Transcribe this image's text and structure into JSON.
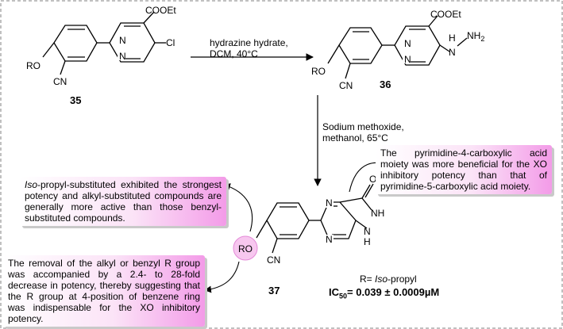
{
  "compound35": {
    "label": "35",
    "ester": "COOEt",
    "chloro": "Cl",
    "alkoxy": "RO",
    "nitrile": "CN",
    "ring_n1": "N",
    "ring_n2": "N"
  },
  "compound36": {
    "label": "36",
    "ester": "COOEt",
    "hydrazine_nh": "N",
    "hydrazine_h": "H",
    "hydrazine_nh2": "NH",
    "hydrazine_nh2_sub": "2",
    "alkoxy": "RO",
    "nitrile": "CN",
    "ring_n1": "N",
    "ring_n2": "N"
  },
  "compound37": {
    "label": "37",
    "carbonyl_o": "O",
    "ring_nh1": "NH",
    "ring_nh2": "N",
    "ring_nh2_h": "H",
    "alkoxy": "RO",
    "nitrile": "CN",
    "ring_n1": "N",
    "ring_n2": "N",
    "r_group_prefix": "R= ",
    "r_group_value": "Iso",
    "r_group_suffix": "-propyl",
    "ic50_label": "IC",
    "ic50_sub": "50",
    "ic50_value": "= 0.039 ± 0.0009µM"
  },
  "step1": {
    "line1": "hydrazine hydrate,",
    "line2": "DCM, 40°C"
  },
  "step2": {
    "line1": "Sodium methoxide,",
    "line2": "methanol, 65°C"
  },
  "notes": {
    "isopropyl_italic": "Iso",
    "isopropyl_rest": "-propyl-substituted exhibited the strongest potency and alkyl-substituted compounds are generally more active than those benzyl-substituted compounds.",
    "acid_moiety": "The pyrimidine-4-carboxylic acid moiety was more beneficial for the XO inhibitory potency than that of pyrimidine-5-carboxylic acid moiety.",
    "r_group_removal": "The removal of the alkyl or benzyl R group was accompanied by a 2.4- to 28-fold decrease in potency, thereby suggesting that the R group at 4-position of benzene ring was indispensable for the XO inhibitory potency."
  },
  "colors": {
    "highlight": "#f39be8",
    "highlight_light": "#fbe3f7",
    "frame": "#808080"
  }
}
